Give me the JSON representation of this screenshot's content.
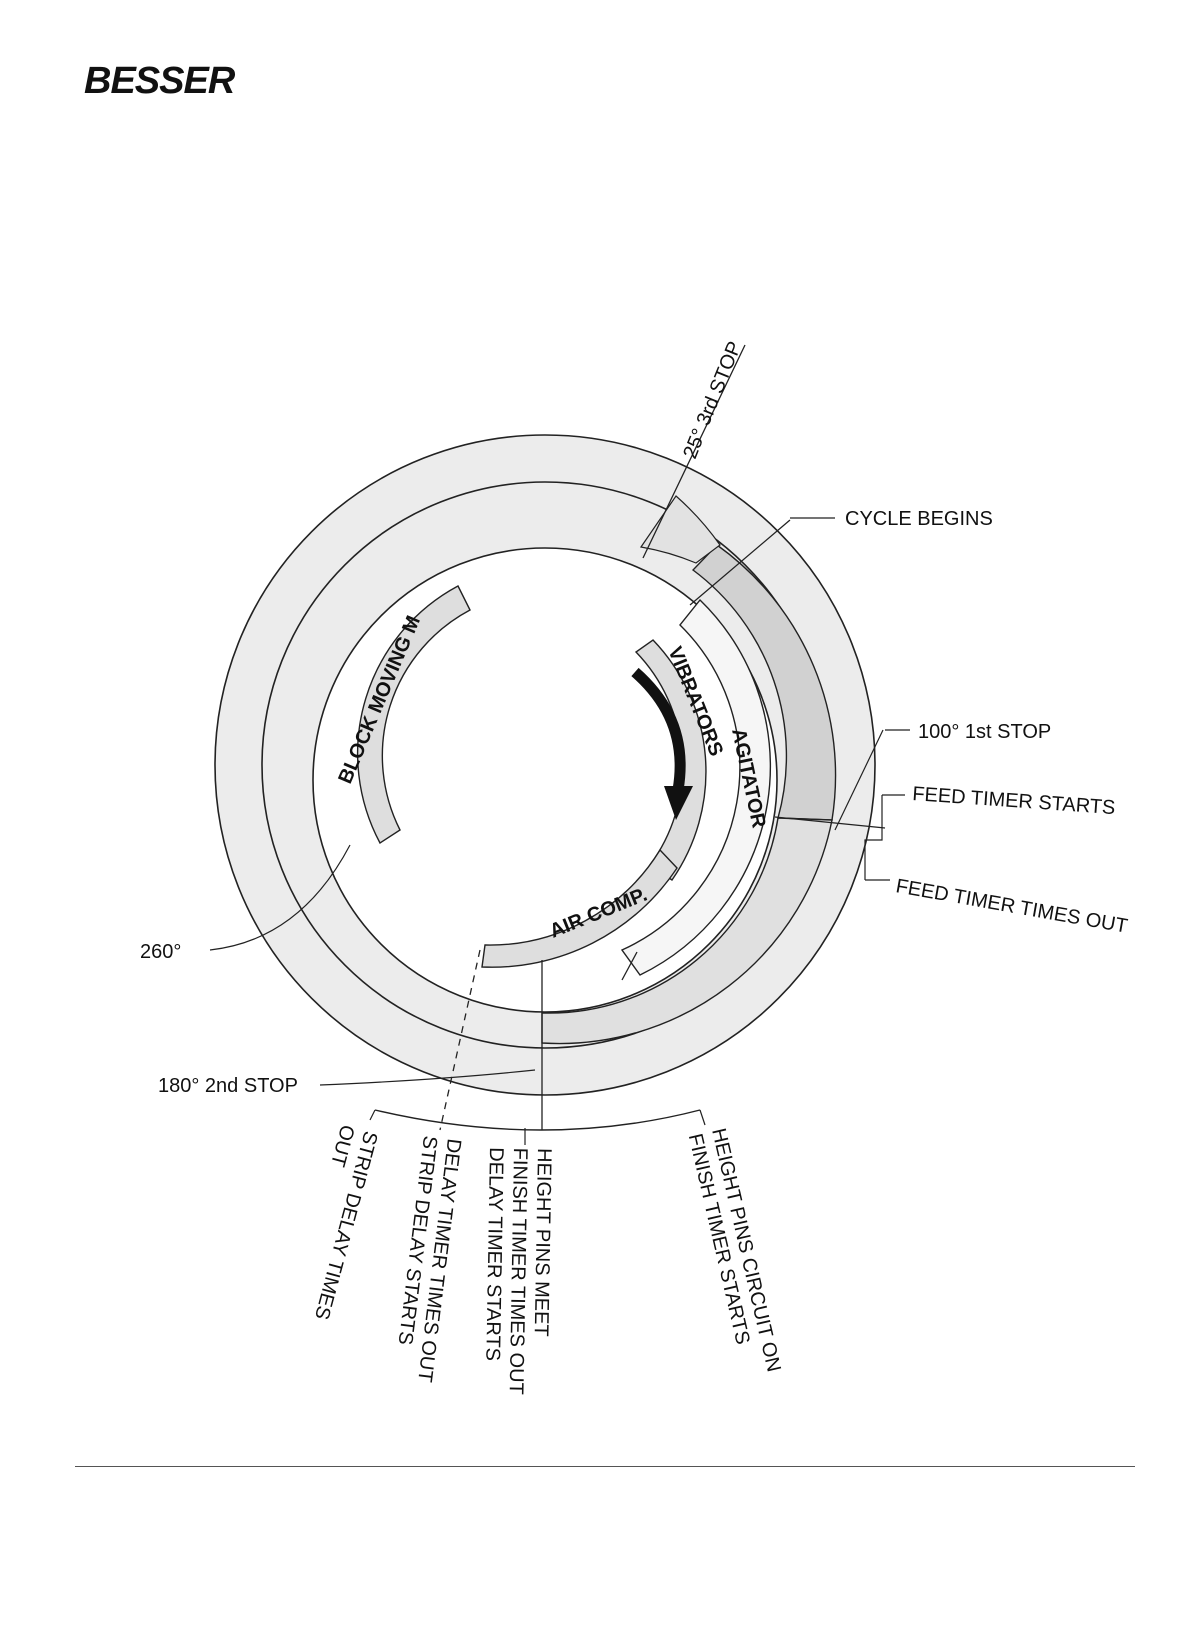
{
  "brand": {
    "logo_text": "BESSER"
  },
  "diagram": {
    "rim_labels": {
      "stop3": "25° 3rd STOP",
      "cycle_begins": "CYCLE BEGINS",
      "stop1": "100° 1st STOP",
      "feed_timer_starts": "FEED TIMER STARTS",
      "feed_timer_times_out": "FEED TIMER TIMES OUT",
      "deg260": "260°",
      "stop2": "180° 2nd STOP"
    },
    "bottom_labels": {
      "strip_delay_out": [
        "STRIP DELAY TIMES",
        "OUT"
      ],
      "delay_timer": [
        "DELAY TIMER TIMES OUT",
        "STRIP DELAY STARTS"
      ],
      "height_pins": [
        "HEIGHT PINS MEET",
        "FINISH TIMER TIMES OUT",
        "DELAY TIMER STARTS"
      ],
      "height_circuit": [
        "HEIGHT PINS CIRCUIT ON",
        "FINISH TIMER STARTS"
      ]
    },
    "bands": {
      "block_moving": "BLOCK MOVING M",
      "vibrators": "VIBRATORS",
      "agitator": "AGITATOR",
      "air_comp": "AIR COMP."
    },
    "colors": {
      "band_fill": "#ececec",
      "dark_fill": "#d3d3d3",
      "mid_fill": "#e0e0e0",
      "light_fill": "#f6f6f6",
      "stroke": "#222222"
    }
  }
}
